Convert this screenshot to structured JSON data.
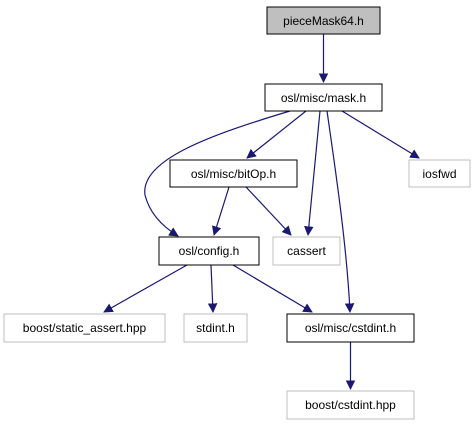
{
  "graph": {
    "nodes": [
      {
        "id": "root",
        "label": "pieceMask64.h",
        "style": "root"
      },
      {
        "id": "mask",
        "label": "osl/misc/mask.h",
        "style": "documented"
      },
      {
        "id": "bitop",
        "label": "osl/misc/bitOp.h",
        "style": "documented"
      },
      {
        "id": "iosfwd",
        "label": "iosfwd",
        "style": "external"
      },
      {
        "id": "config",
        "label": "osl/config.h",
        "style": "documented"
      },
      {
        "id": "cassert",
        "label": "cassert",
        "style": "external"
      },
      {
        "id": "staticassert",
        "label": "boost/static_assert.hpp",
        "style": "external"
      },
      {
        "id": "stdint",
        "label": "stdint.h",
        "style": "external"
      },
      {
        "id": "cstdint",
        "label": "osl/misc/cstdint.h",
        "style": "documented"
      },
      {
        "id": "bcstdint",
        "label": "boost/cstdint.hpp",
        "style": "external"
      }
    ],
    "edges": [
      {
        "from": "root",
        "to": "mask"
      },
      {
        "from": "mask",
        "to": "bitop"
      },
      {
        "from": "mask",
        "to": "config"
      },
      {
        "from": "mask",
        "to": "cassert"
      },
      {
        "from": "mask",
        "to": "cstdint"
      },
      {
        "from": "mask",
        "to": "iosfwd"
      },
      {
        "from": "bitop",
        "to": "config"
      },
      {
        "from": "bitop",
        "to": "cassert"
      },
      {
        "from": "config",
        "to": "staticassert"
      },
      {
        "from": "config",
        "to": "stdint"
      },
      {
        "from": "config",
        "to": "cstdint"
      },
      {
        "from": "cstdint",
        "to": "bcstdint"
      }
    ]
  },
  "colors": {
    "edge": "#191970",
    "root_fill": "#bfbfbf",
    "documented_border": "#000000",
    "external_border": "#bfbfbf",
    "text": "#000000"
  }
}
